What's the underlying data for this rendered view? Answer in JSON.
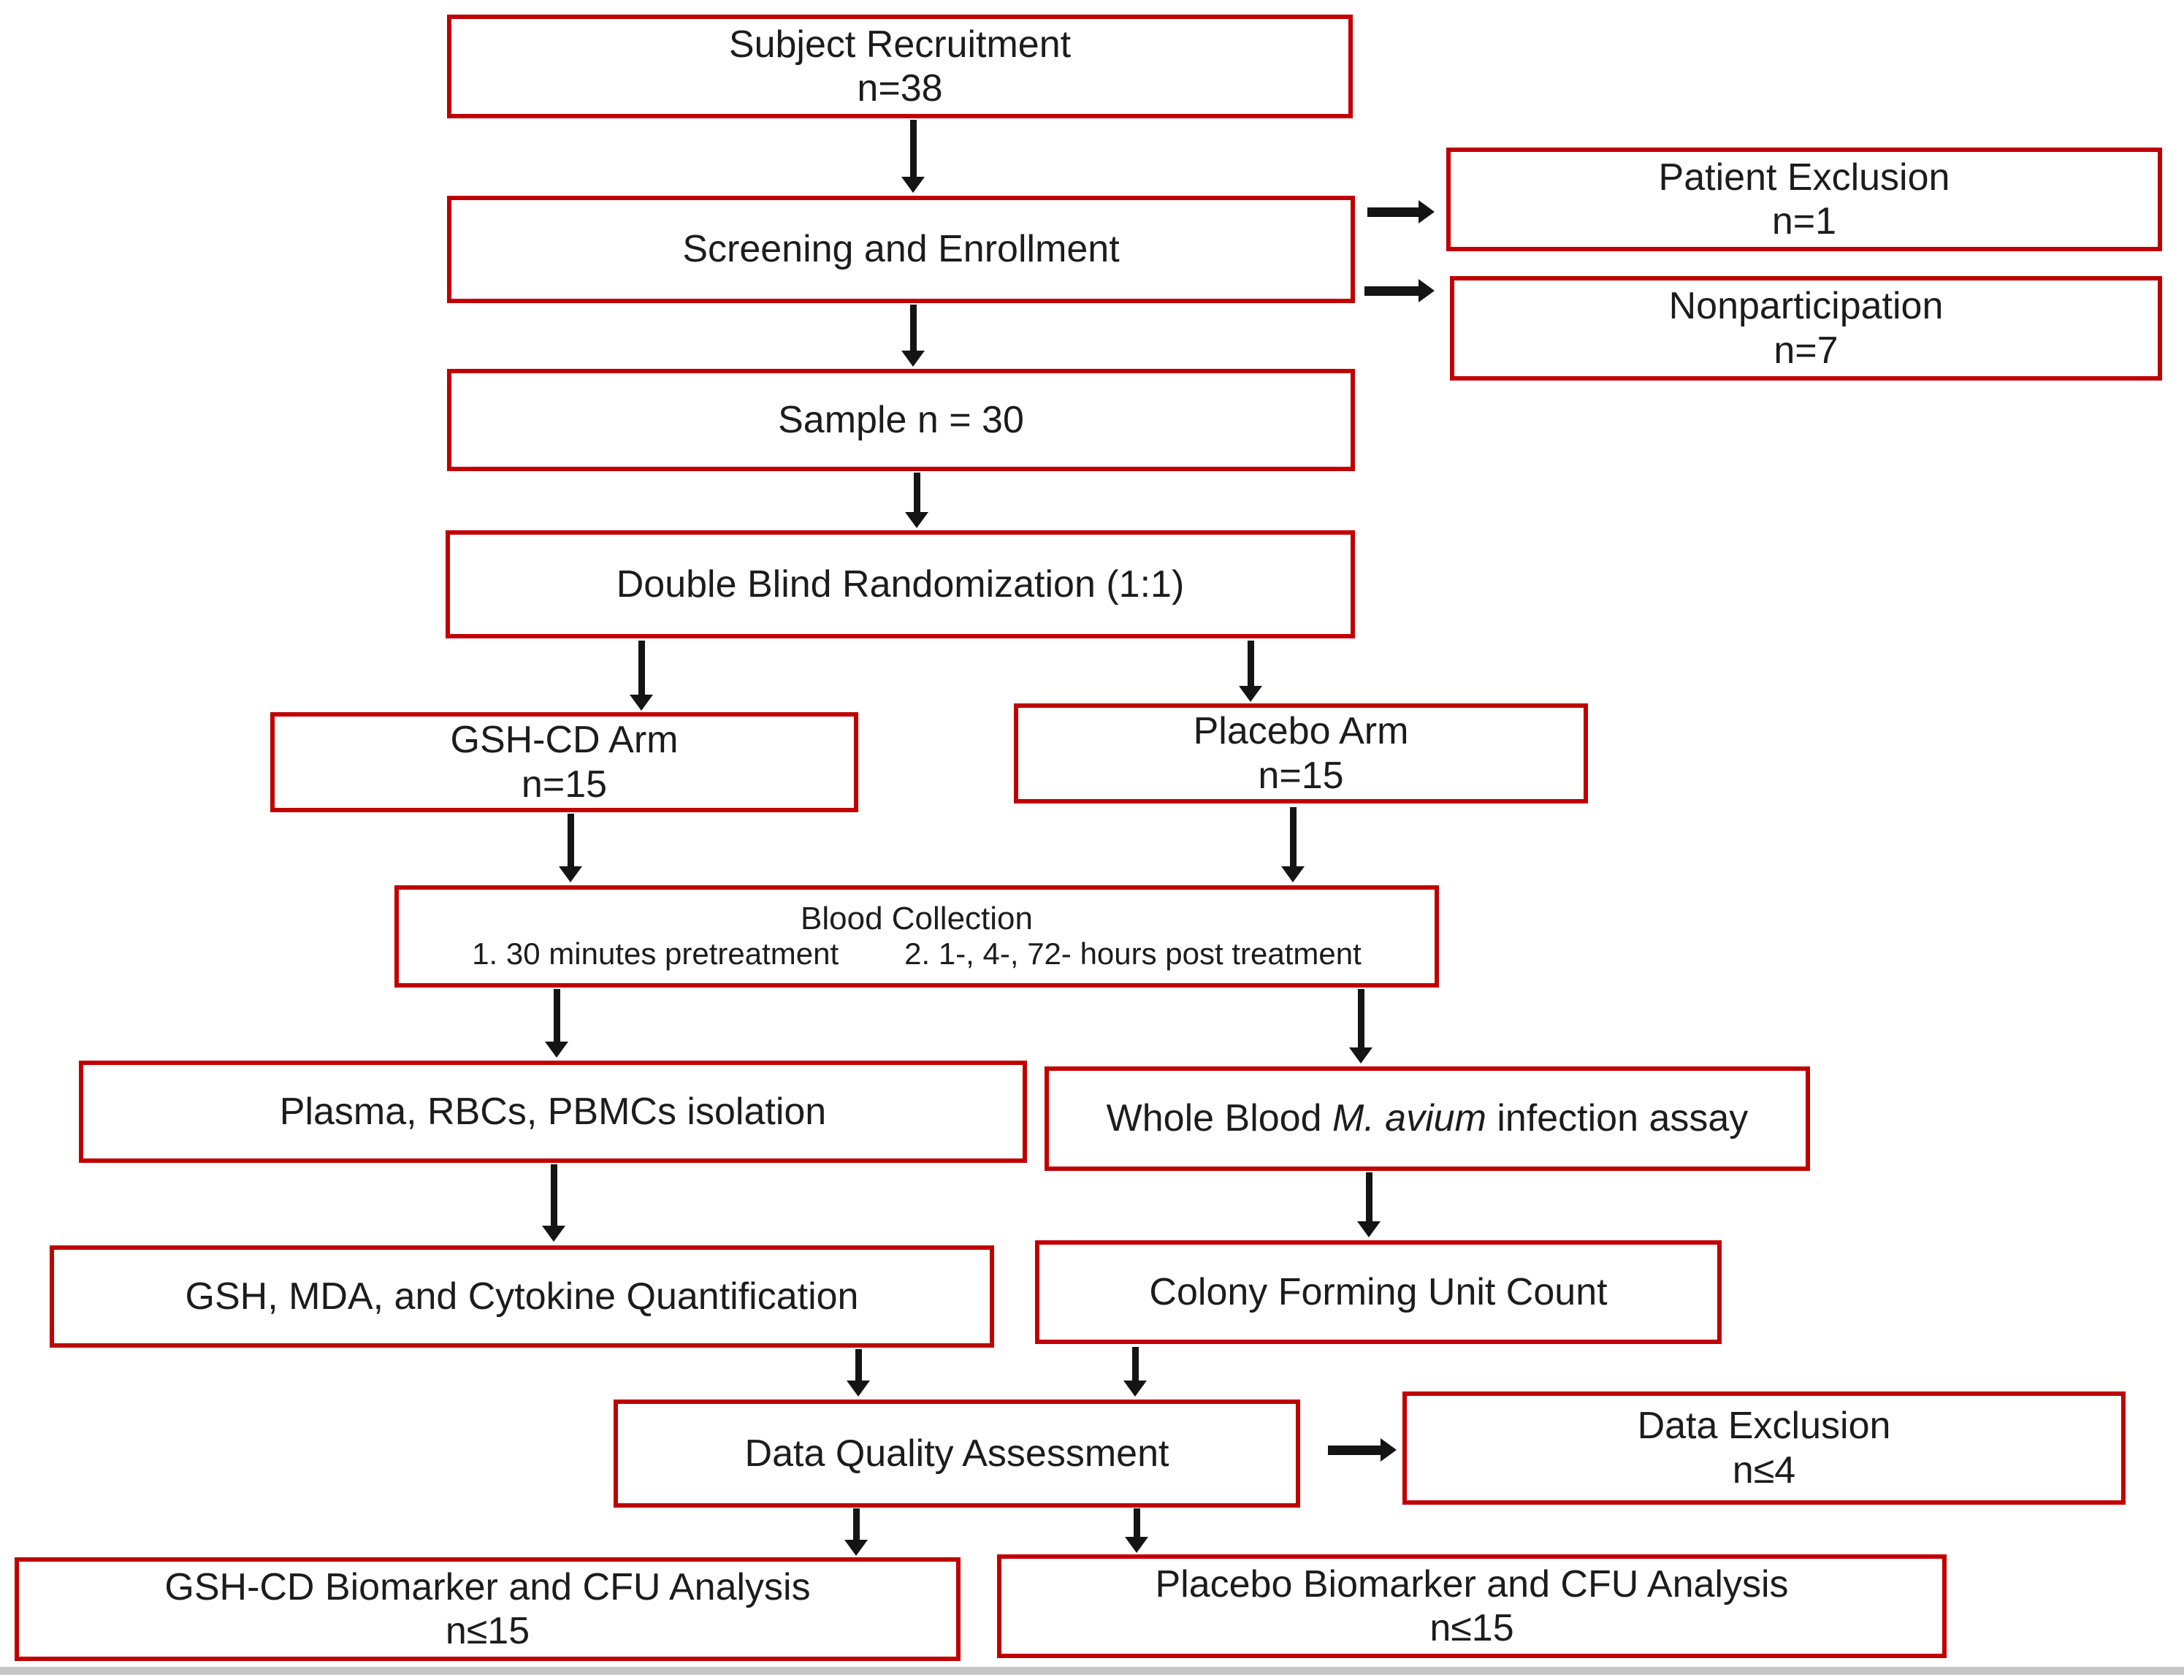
{
  "nodes": {
    "subject_recruitment": {
      "label": "Subject Recruitment",
      "n": "n=38"
    },
    "screening": {
      "label": "Screening and Enrollment"
    },
    "patient_exclusion": {
      "label": "Patient Exclusion",
      "n": "n=1"
    },
    "nonparticipation": {
      "label": "Nonparticipation",
      "n": "n=7"
    },
    "sample": {
      "label": "Sample n = 30"
    },
    "randomization": {
      "label": "Double Blind Randomization (1:1)"
    },
    "gsh_cd_arm": {
      "label": "GSH-CD Arm",
      "n": "n=15"
    },
    "placebo_arm": {
      "label": "Placebo Arm",
      "n": "n=15"
    },
    "blood_collection": {
      "title": "Blood Collection",
      "item1": "1. 30 minutes pretreatment",
      "item2": "2.  1-, 4-, 72- hours post treatment"
    },
    "plasma_isolation": {
      "label": "Plasma, RBCs, PBMCs isolation"
    },
    "whole_blood_assay": {
      "pre": "Whole Blood ",
      "italic": "M. avium",
      "post": " infection assay"
    },
    "gsh_mda_quantification": {
      "label": "GSH, MDA, and Cytokine Quantification"
    },
    "cfu_count": {
      "label": "Colony Forming Unit Count"
    },
    "data_quality": {
      "label": "Data Quality Assessment"
    },
    "data_exclusion": {
      "label": "Data Exclusion",
      "n": "n≤4"
    },
    "gsh_cd_analysis": {
      "label": "GSH-CD Biomarker and CFU Analysis",
      "n": "n≤15"
    },
    "placebo_analysis": {
      "label": "Placebo Biomarker and CFU Analysis",
      "n": "n≤15"
    }
  },
  "colors": {
    "box_border": "#c00000",
    "arrow": "#141414",
    "text": "#1c1c1c",
    "bottom_bar": "#c6c6c6",
    "background": "#ffffff"
  }
}
